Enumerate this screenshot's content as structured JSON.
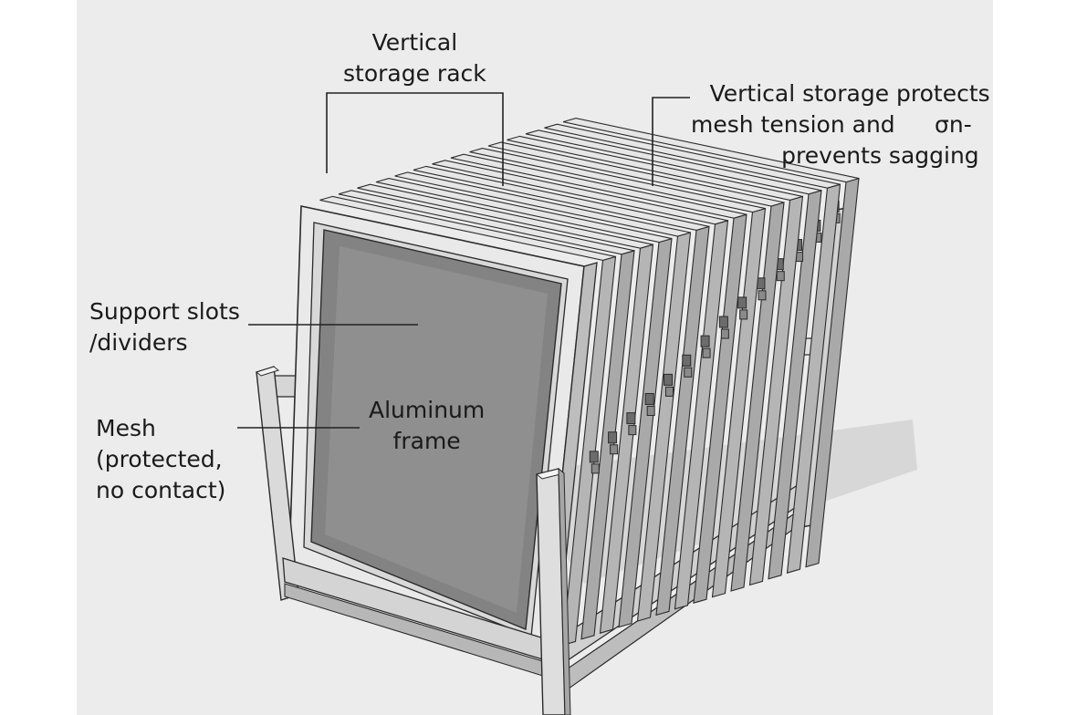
{
  "labels": {
    "storage_rack": [
      "Vertical",
      "storage rack"
    ],
    "protects_note": [
      "Vertical storage protects",
      "mesh tension and",
      "prevents sagging"
    ],
    "protects_note_stray": "σn-",
    "support_slots": [
      "Support slots",
      "/dividers"
    ],
    "mesh": [
      "Mesh",
      "(protected,",
      "no contact)"
    ],
    "aluminum_frame": [
      "Aluminum",
      "frame"
    ]
  }
}
